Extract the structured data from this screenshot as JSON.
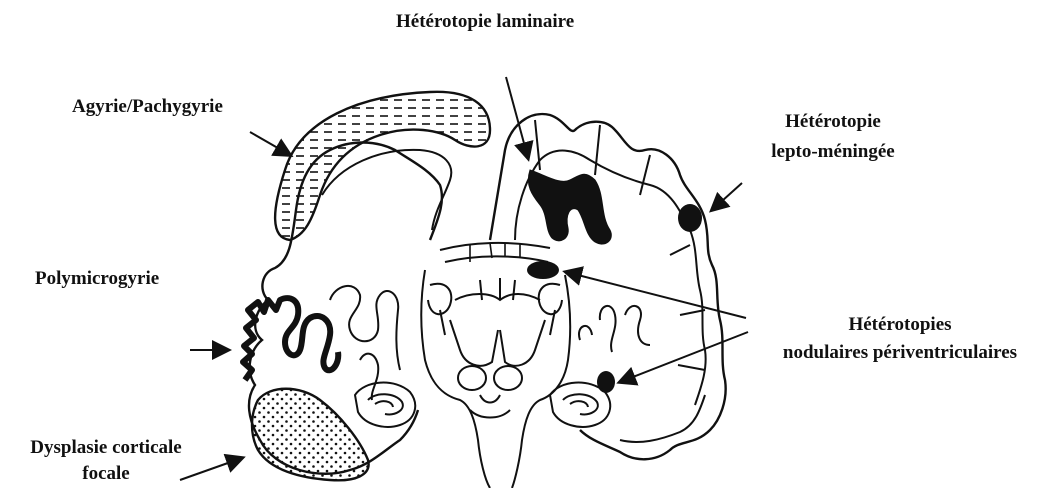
{
  "labels": {
    "laminar": "Hétérotopie laminaire",
    "agyria": "Agyrie/Pachygyrie",
    "lepto_1": "Hétérotopie",
    "lepto_2": "lepto-méningée",
    "polymicro": "Polymicrogyrie",
    "nodular_1": "Hétérotopies",
    "nodular_2": "nodulaires périventriculaires",
    "dysplasia_1": "Dysplasie corticale",
    "dysplasia_2": "focale"
  },
  "colors": {
    "ink": "#111111",
    "background": "#ffffff"
  }
}
